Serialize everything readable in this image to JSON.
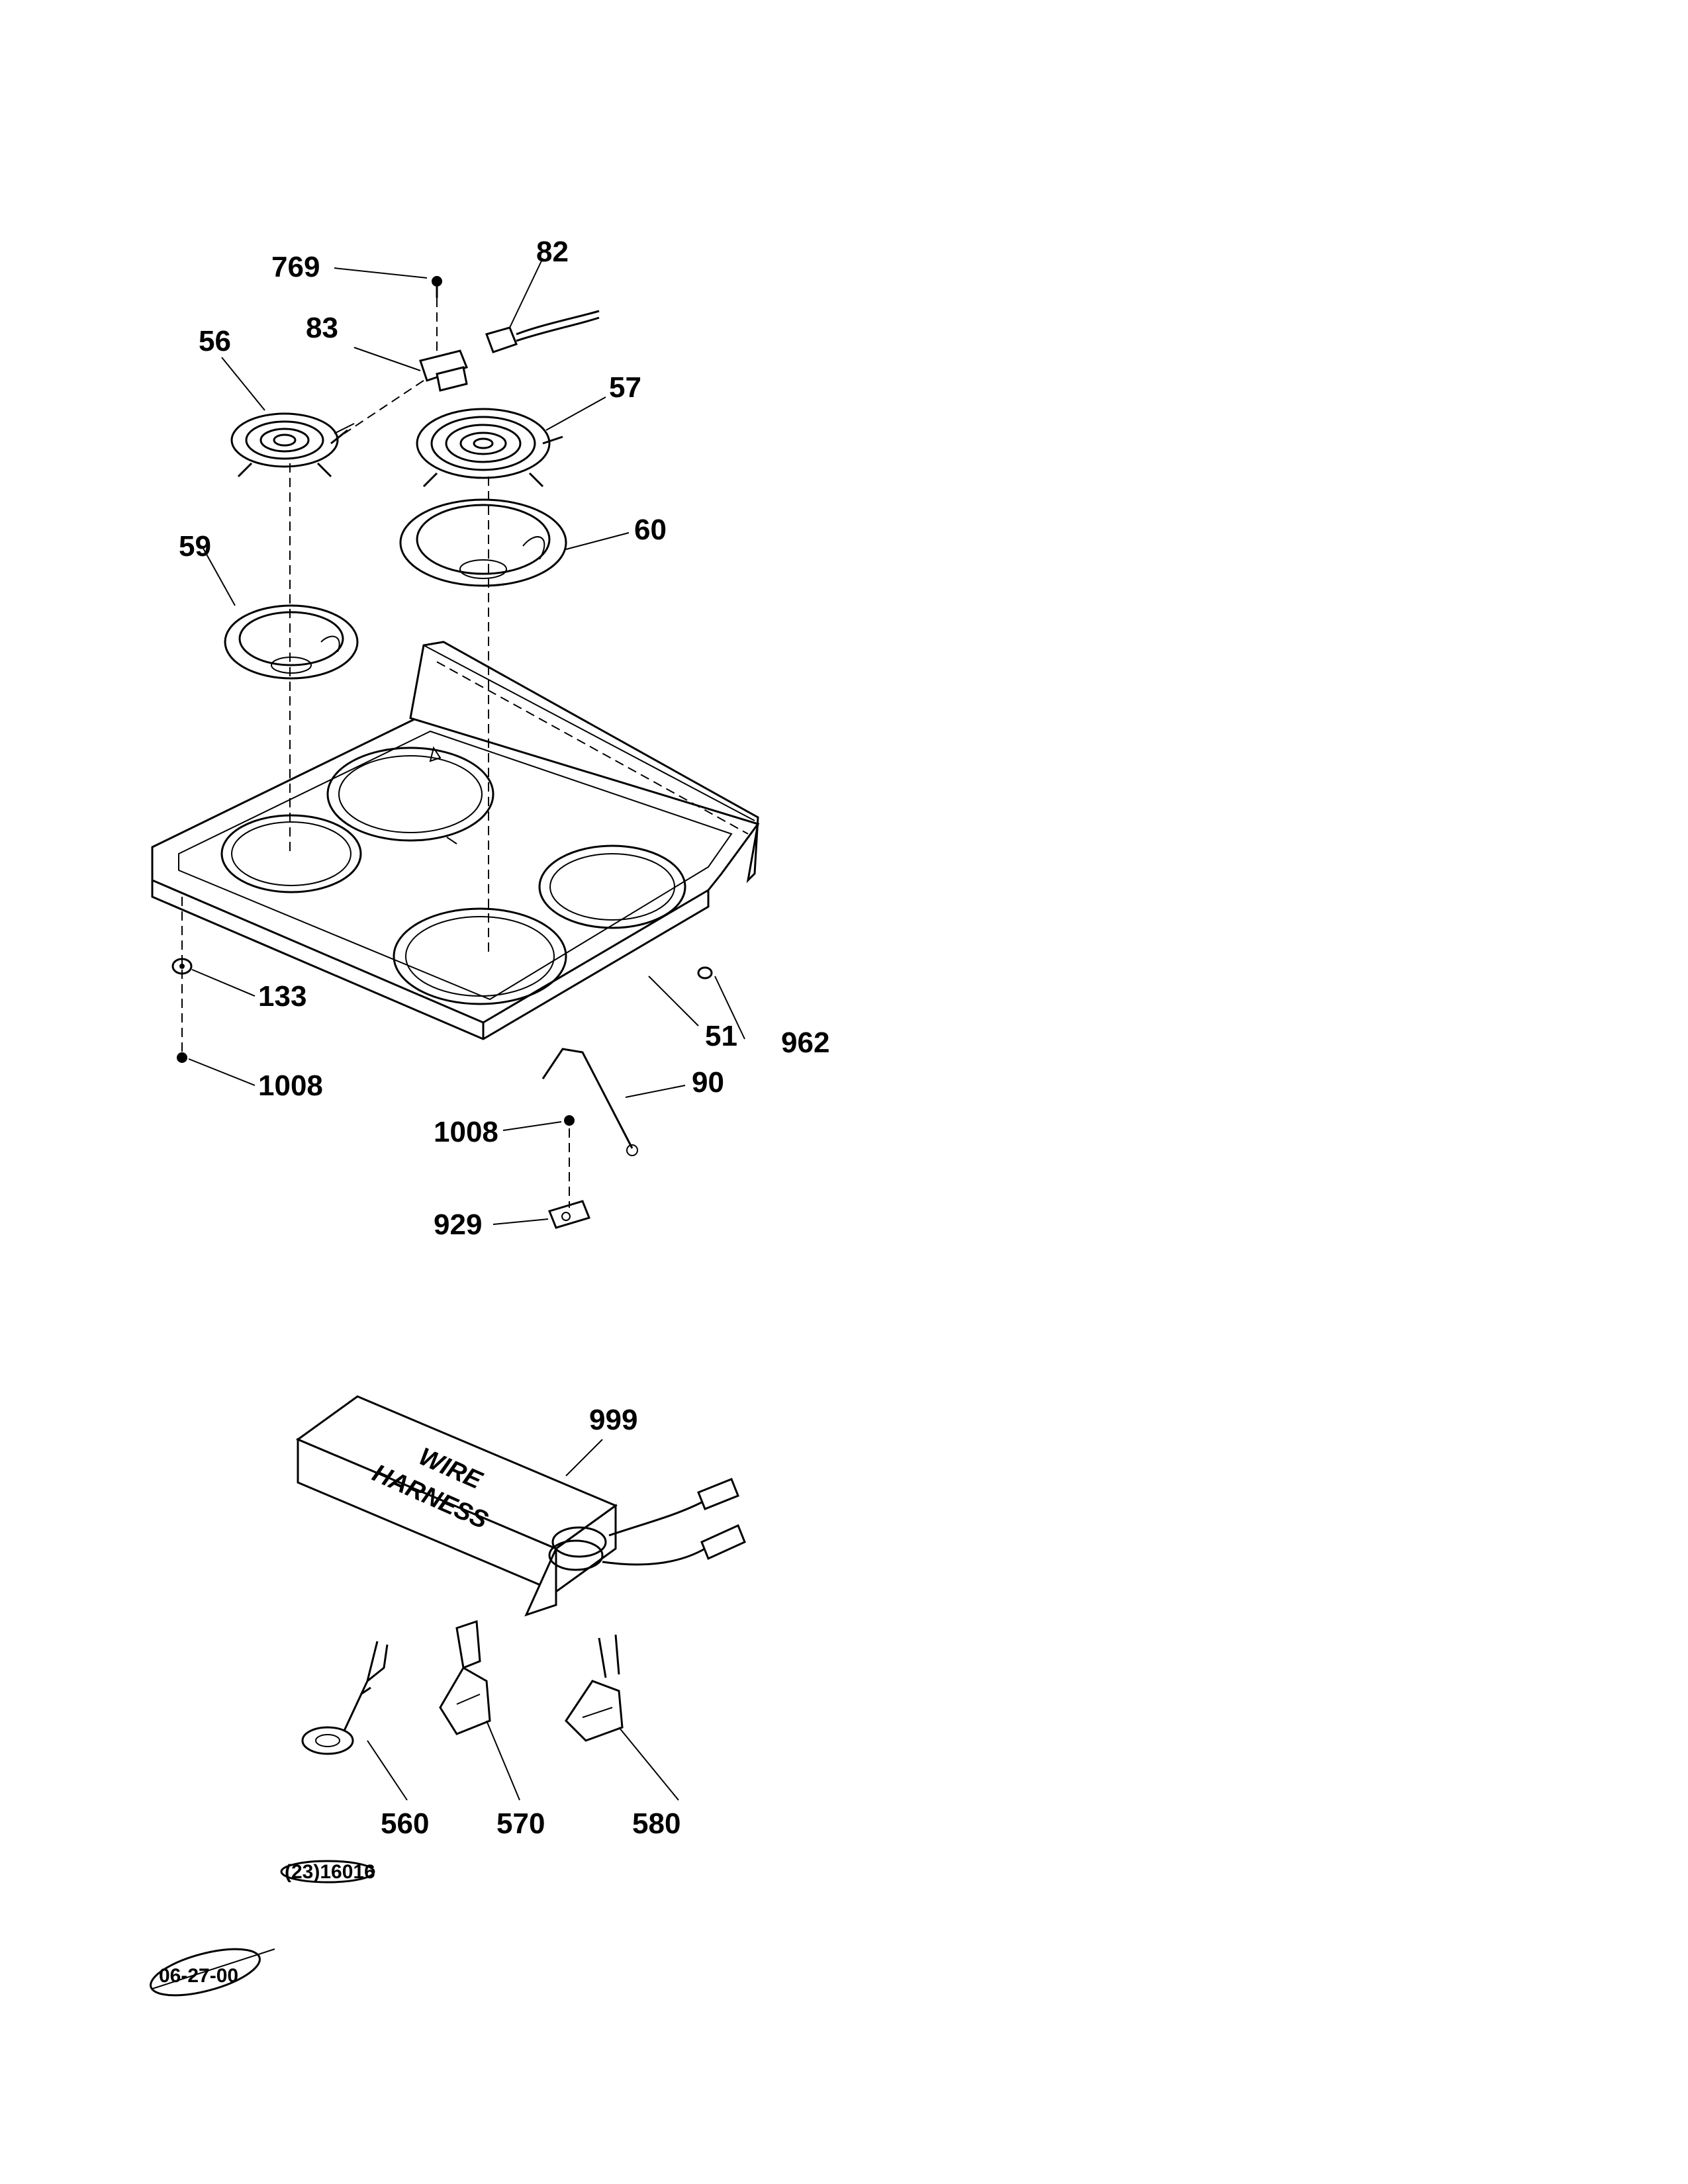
{
  "callouts": {
    "c769": "769",
    "c82": "82",
    "c83": "83",
    "c56": "56",
    "c57": "57",
    "c59": "59",
    "c60": "60",
    "c133": "133",
    "c1008a": "1008",
    "c51": "51",
    "c962": "962",
    "c90": "90",
    "c1008b": "1008",
    "c929": "929",
    "c999": "999",
    "c560": "560",
    "c570": "570",
    "c580": "580"
  },
  "box": {
    "line1": "WIRE",
    "line2": "HARNESS"
  },
  "stamps": {
    "code": "(23)16016",
    "date": "06-27-00"
  }
}
